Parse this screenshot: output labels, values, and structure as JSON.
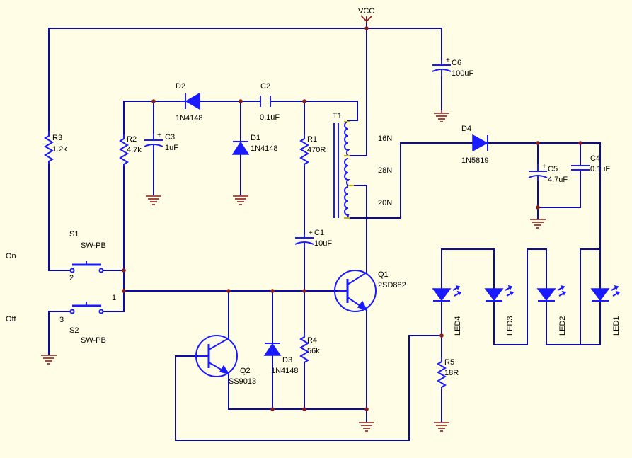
{
  "net": {
    "vcc": "VCC"
  },
  "side_labels": {
    "on": "On",
    "off": "Off"
  },
  "components": {
    "r1": {
      "ref": "R1",
      "value": "470R"
    },
    "r2": {
      "ref": "R2",
      "value": "4.7k"
    },
    "r3": {
      "ref": "R3",
      "value": "1.2k"
    },
    "r4": {
      "ref": "R4",
      "value": "56k"
    },
    "r5": {
      "ref": "R5",
      "value": "18R"
    },
    "c1": {
      "ref": "C1",
      "value": "10uF"
    },
    "c2": {
      "ref": "C2",
      "value": "0.1uF"
    },
    "c3": {
      "ref": "C3",
      "value": "1uF"
    },
    "c4": {
      "ref": "C4",
      "value": "0.1uF"
    },
    "c5": {
      "ref": "C5",
      "value": "4.7uF"
    },
    "c6": {
      "ref": "C6",
      "value": "100uF"
    },
    "d1": {
      "ref": "D1",
      "value": "1N4148"
    },
    "d2": {
      "ref": "D2",
      "value": "1N4148"
    },
    "d3": {
      "ref": "D3",
      "value": "1N4148"
    },
    "d4": {
      "ref": "D4",
      "value": "1N5819"
    },
    "q1": {
      "ref": "Q1",
      "value": "2SD882"
    },
    "q2": {
      "ref": "Q2",
      "value": "SS9013"
    },
    "s1": {
      "ref": "S1",
      "value": "SW-PB"
    },
    "s2": {
      "ref": "S2",
      "value": "SW-PB"
    },
    "t1": {
      "ref": "T1",
      "taps": [
        "16N",
        "28N",
        "20N"
      ]
    },
    "leds": [
      "LED4",
      "LED3",
      "LED2",
      "LED1"
    ]
  },
  "pins": {
    "p1": "1",
    "p2": "2",
    "p3": "3"
  }
}
